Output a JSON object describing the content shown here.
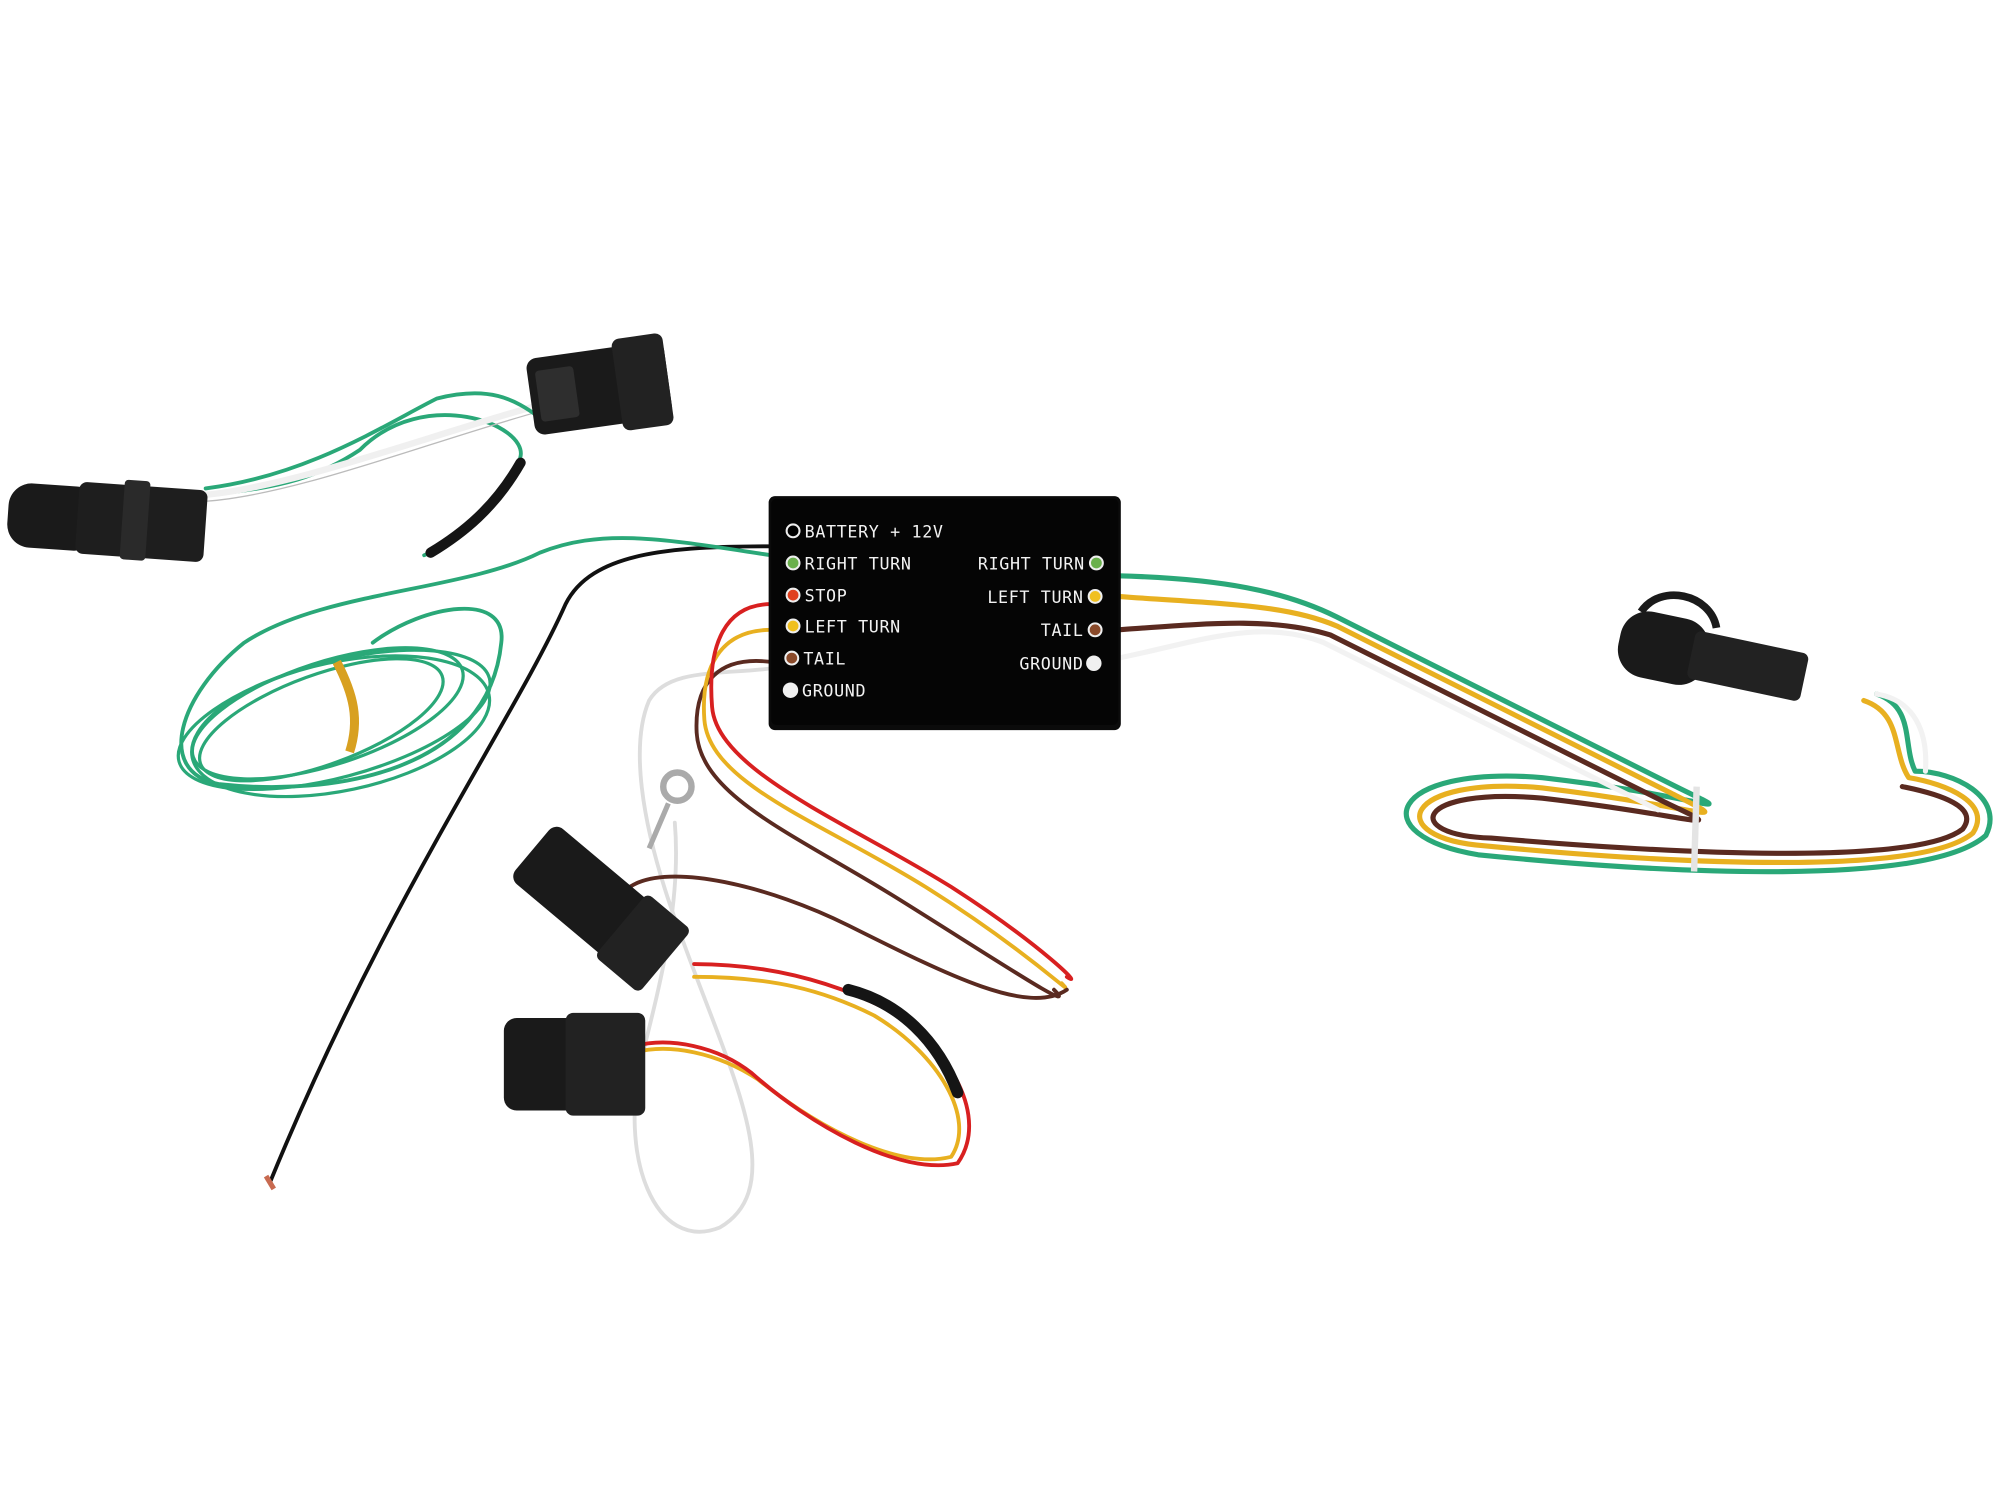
{
  "converter_box": {
    "inputs": [
      {
        "label": "BATTERY + 12V",
        "color": "#000000"
      },
      {
        "label": "RIGHT TURN",
        "color": "#6ab04c"
      },
      {
        "label": "STOP",
        "color": "#e0401e"
      },
      {
        "label": "LEFT TURN",
        "color": "#f0c020"
      },
      {
        "label": "TAIL",
        "color": "#8a4a2a"
      },
      {
        "label": "GROUND",
        "color": "#f0f0f0"
      }
    ],
    "outputs": [
      {
        "label": "RIGHT TURN",
        "color": "#6ab04c"
      },
      {
        "label": "LEFT TURN",
        "color": "#f0c020"
      },
      {
        "label": "TAIL",
        "color": "#8a4a2a"
      },
      {
        "label": "GROUND",
        "color": "#f0f0f0"
      }
    ]
  },
  "wire_colors": {
    "green": "#2aa878",
    "yellow": "#e8b020",
    "brown": "#5a2a20",
    "white": "#f4f4f4",
    "red": "#d82020",
    "black": "#111111"
  }
}
